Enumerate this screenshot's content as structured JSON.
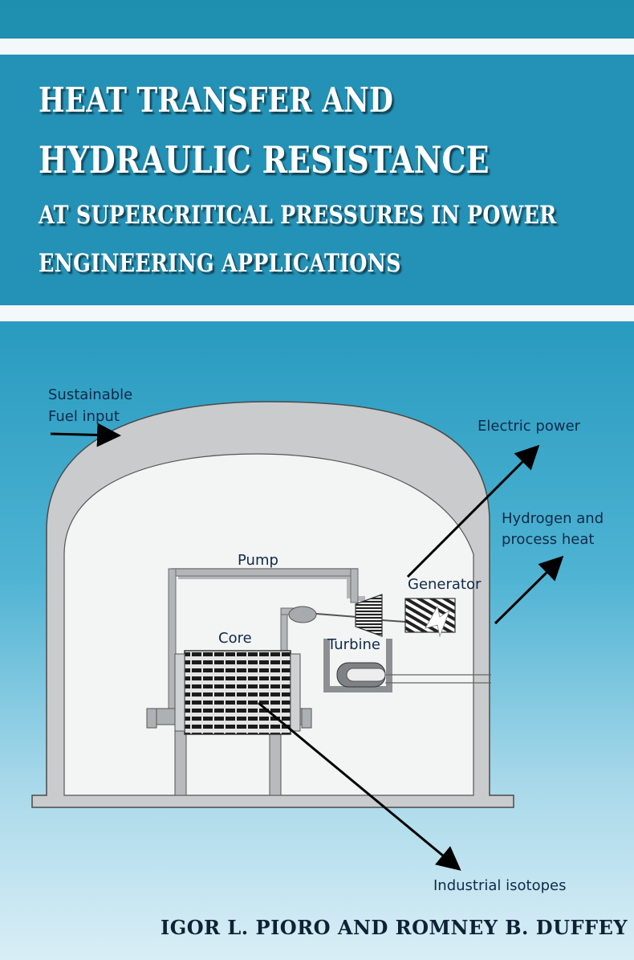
{
  "cover": {
    "title_line1": "HEAT TRANSFER AND",
    "title_line2": "HYDRAULIC RESISTANCE",
    "title_line3": "AT SUPERCRITICAL PRESSURES IN POWER",
    "title_line4": "ENGINEERING APPLICATIONS",
    "authors": "IGOR L. PIORO AND ROMNEY B. DUFFEY"
  },
  "diagram": {
    "labels": {
      "fuel_input_1": "Sustainable",
      "fuel_input_2": "Fuel input",
      "electric_power": "Electric power",
      "hydrogen_1": "Hydrogen and",
      "hydrogen_2": "process heat",
      "pump": "Pump",
      "generator": "Generator",
      "core": "Core",
      "turbine": "Turbine",
      "isotopes": "Industrial isotopes"
    }
  },
  "colors": {
    "title_band": "#2491b6",
    "containment": "#c9cbcc",
    "label_text": "#0f2a4a"
  }
}
